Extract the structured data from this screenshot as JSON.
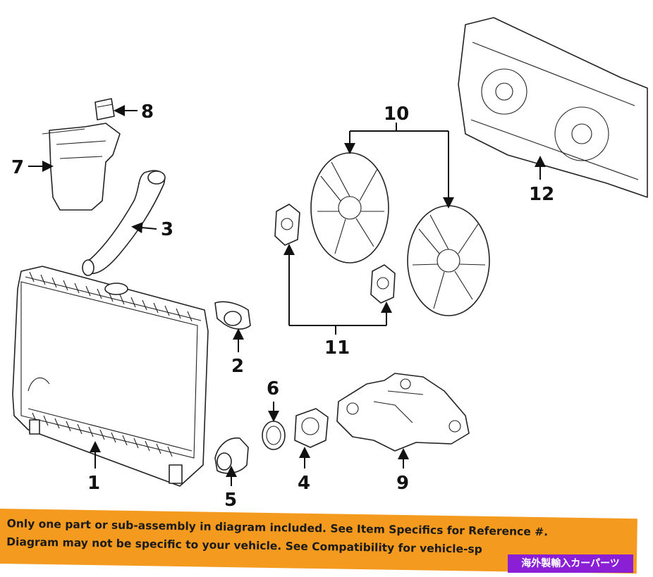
{
  "diagram": {
    "callouts": [
      "1",
      "2",
      "3",
      "4",
      "5",
      "6",
      "7",
      "8",
      "9",
      "10",
      "11",
      "12"
    ]
  },
  "banner": {
    "line1": "Only one part or sub-assembly in diagram included. See Item Specifics for Reference #.",
    "line2": "Diagram may not be specific to your vehicle. See Compatibility for vehicle-sp"
  },
  "watermark": {
    "text": "海外製輸入カーパーツ"
  },
  "colors": {
    "banner": "#f39a1f",
    "watermark": "#8a1fd6",
    "linework": "#222222"
  }
}
